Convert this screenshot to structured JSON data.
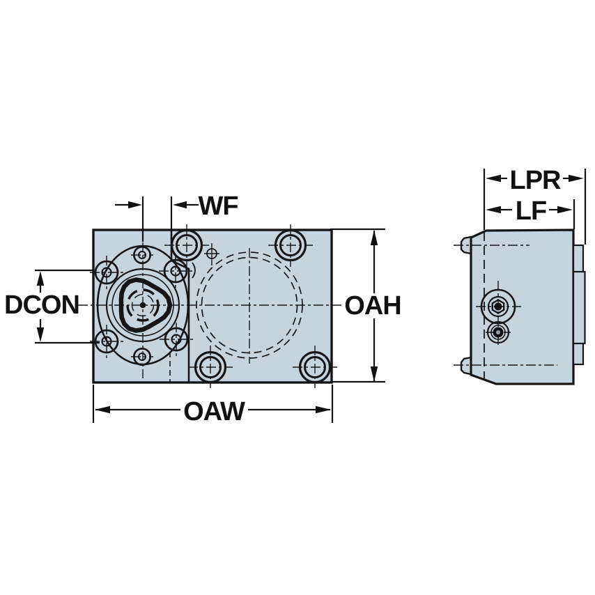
{
  "drawing": {
    "title": "tool-holder-dimension-drawing",
    "type": "technical-drawing",
    "colors": {
      "background": "#ffffff",
      "body_fill": "#c6d4de",
      "line": "#161616",
      "dim": "#111111"
    },
    "views": [
      {
        "id": "front-view",
        "description": "front view with coupling flange, clamping bore and mounting holes"
      },
      {
        "id": "side-view",
        "description": "right side view with flange tabs and set screws"
      }
    ]
  },
  "labels": {
    "wf": "WF",
    "dcon": "DCON",
    "oah": "OAH",
    "oaw": "OAW",
    "lpr": "LPR",
    "lf": "LF"
  }
}
